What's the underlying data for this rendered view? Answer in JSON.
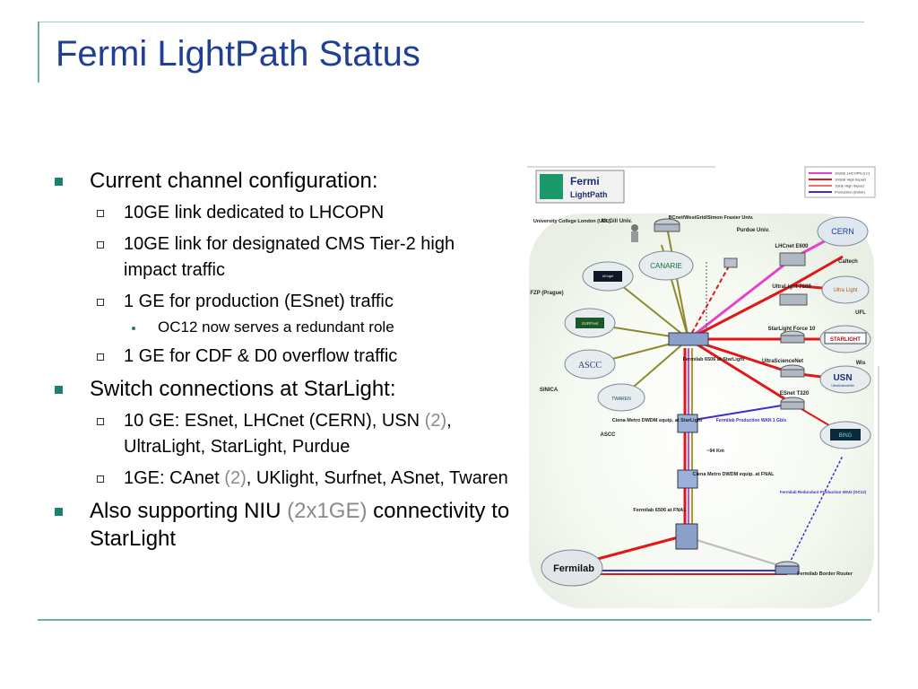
{
  "slide": {
    "title": "Fermi LightPath Status"
  },
  "bullets": {
    "b1": "Current channel configuration:",
    "b1_1": "10GE link dedicated to LHCOPN",
    "b1_2": "10GE link for designated CMS Tier-2 high impact traffic",
    "b1_3": "1 GE for production (ESnet) traffic",
    "b1_3_1": "OC12 now serves a redundant role",
    "b1_4": "1 GE for CDF & D0 overflow traffic",
    "b2": "Switch connections at StarLight:",
    "b2_1a": "10 GE: ESnet, LHCnet (CERN), USN ",
    "b2_1b": "(2)",
    "b2_1c": ", UltraLight, StarLight, Purdue",
    "b2_2a": "1GE:  CAnet ",
    "b2_2b": "(2)",
    "b2_2c": ", UKlight, Surfnet, ASnet, Twaren",
    "b3a": "Also supporting NIU ",
    "b3b": "(2x1GE)",
    "b3c": " connectivity to StarLight"
  },
  "diagram": {
    "logo_top": "Fermi",
    "logo_bottom": "LightPath",
    "legend": [
      "10GbE LHCOPN (LC)",
      "10GbE High Impact",
      "1GbE High Impact",
      "Production (ESnet)"
    ],
    "labels": {
      "ucl": "University College London (UCL)",
      "mcgill": "McGill Univ.",
      "bcnet": "BCnet/WestGrid/Simon Frasier Univ.",
      "purdue": "Purdue Univ.",
      "cern": "CERN",
      "lhcnet": "LHCnet E600",
      "caltech": "Caltech",
      "ultralight": "UltraLight 7609",
      "ufl": "UFL",
      "fzp": "FZP (Prague)",
      "starlight_force": "StarLight Force 10",
      "starlight": "STARLIGHT",
      "ultrasciencenet": "UltraScienceNet",
      "wis": "Wis",
      "fermilab_starlight": "Fermilab 6506 at StarLight",
      "ascc_cloud": "ASCC",
      "esnet": "ESnet T320",
      "usn": "USN",
      "sinica": "SINICA",
      "ciena_starlight": "Ciena Metro DWDM equip. at StarLight",
      "prod_wan": "Fermilab Production WAN 1 Gb/s",
      "ascc": "ASCC",
      "km": "~94 Km",
      "ciena_fnal": "Ciena Metro DWDM equip. at FNAL",
      "redundant_wan": "Fermilab Redundant Production WAN (OC12)",
      "fermilab_fnal": "Fermilab 6506 at FNAL",
      "fermilab": "Fermilab",
      "border_router": "Fermilab Border Router",
      "ukl": "UKLight",
      "canarie": "CANARIE",
      "surfnet": "SURFnet",
      "twaren": "TWAREN",
      "usn_sub": "UltraScienceNet",
      "bing": "BING"
    },
    "colors": {
      "lhcopn": "#e83fc8",
      "high_impact": "#e01818",
      "prod": "#3c2fd0",
      "lambda": "#a8a020",
      "olive": "#8c8a2a"
    }
  }
}
